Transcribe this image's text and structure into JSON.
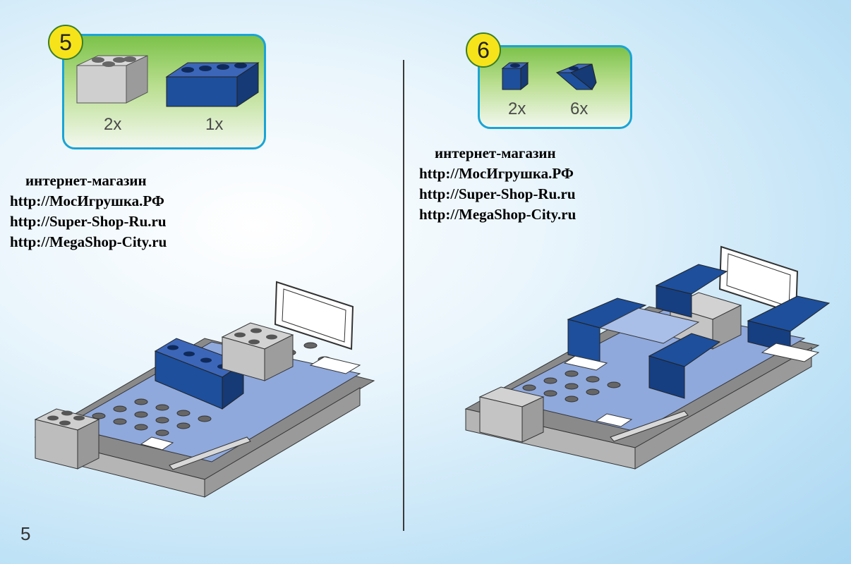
{
  "page_number": "5",
  "steps": [
    {
      "number": "5",
      "parts": [
        {
          "icon": "gray-2x2-brick-icon",
          "quantity": "2x"
        },
        {
          "icon": "blue-1x4-brick-icon",
          "quantity": "1x"
        }
      ]
    },
    {
      "number": "6",
      "parts": [
        {
          "icon": "blue-1x1-brick-icon",
          "quantity": "2x"
        },
        {
          "icon": "blue-1x2-slope-brick-icon",
          "quantity": "6x"
        }
      ]
    }
  ],
  "promo_left": [
    "интернет-магазин",
    "http://МосИгрушка.РФ",
    "http://Super-Shop-Ru.ru",
    "http://MegaShop-City.ru"
  ],
  "promo_right": [
    "интернет-магазин",
    "http://МосИгрушка.РФ",
    "http://Super-Shop-Ru.ru",
    "http://MegaShop-City.ru"
  ],
  "colors": {
    "brick_blue": "#1d4f9c",
    "brick_gray": "#c9c9c9",
    "plate_dark": "#7d7d7d",
    "plate_light_blue": "#8fa9dc",
    "badge_yellow": "#f7e31a",
    "box_border": "#1aa4d6"
  }
}
